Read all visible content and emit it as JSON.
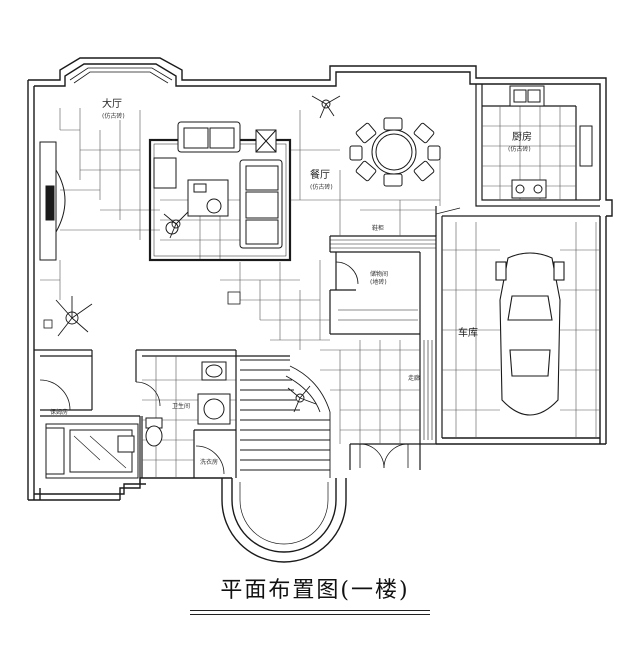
{
  "title": "平面布置图(一楼)",
  "rooms": {
    "living": {
      "label": "大厅",
      "sub": "(仿古砖)"
    },
    "dining": {
      "label": "餐厅",
      "sub": "(仿古砖)"
    },
    "kitchen": {
      "label": "厨房",
      "sub": "(仿古砖)"
    },
    "garage": {
      "label": "车库",
      "sub": ""
    },
    "storage": {
      "label": "储物间",
      "sub": "(地砖)"
    },
    "bedroom": {
      "label": "保姆房",
      "sub": ""
    },
    "toilet": {
      "label": "卫生间",
      "sub": ""
    },
    "laundry": {
      "label": "洗衣房",
      "sub": ""
    },
    "hall_side": {
      "label": "走廊",
      "sub": ""
    },
    "cabinet": {
      "label": "鞋柜",
      "sub": ""
    }
  },
  "colors": {
    "line": "#1a1a1a",
    "fill_dark": "#2a2a2a",
    "grid": "#555555"
  }
}
